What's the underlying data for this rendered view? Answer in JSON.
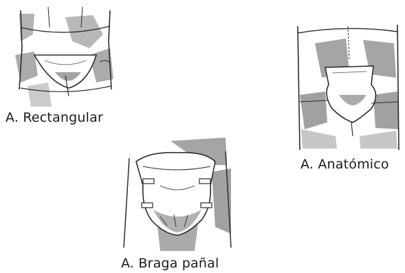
{
  "figures": [
    {
      "id": "rectangular",
      "caption": "A. Rectangular"
    },
    {
      "id": "anatomico",
      "caption": "A. Anatómico"
    },
    {
      "id": "braga-panal",
      "caption": "A. Braga pañal"
    }
  ],
  "colors": {
    "line": "#2b2b2b",
    "shade": "#8d8d8d",
    "shade_light": "#b5b5b5",
    "background": "#ffffff"
  }
}
